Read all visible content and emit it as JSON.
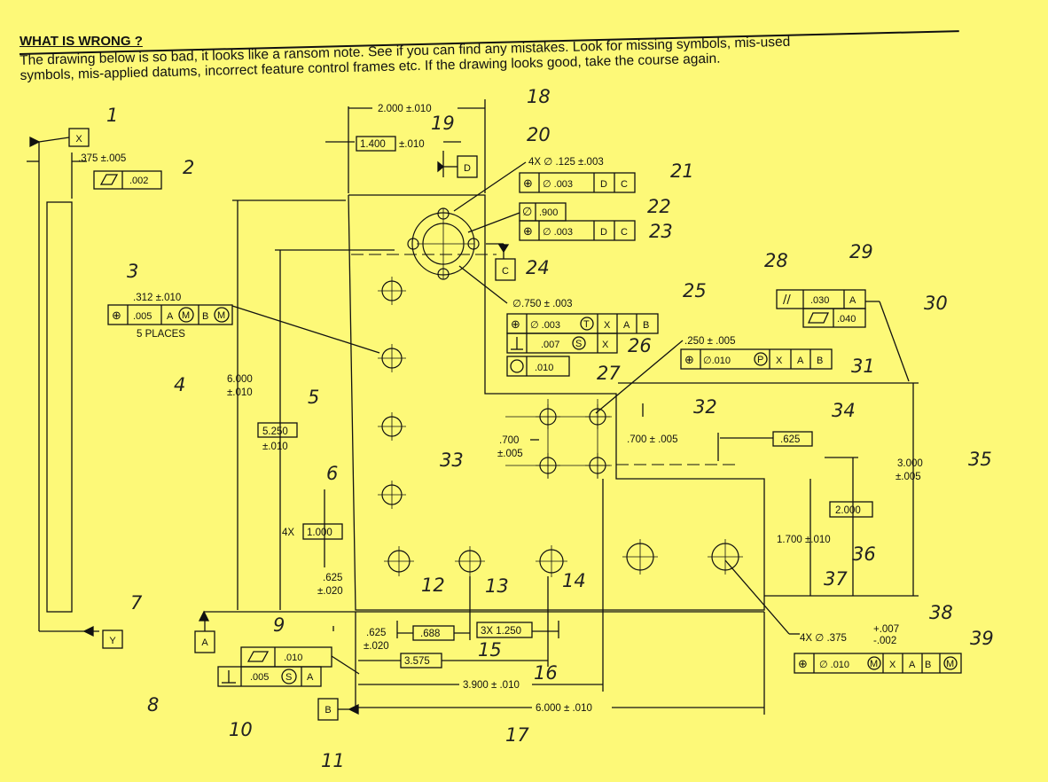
{
  "heading": "WHAT IS WRONG ?",
  "intro": [
    "The drawing below is so bad, it looks like a ransom note. See if you can find any mistakes.  Look for missing symbols, mis-used",
    "symbols, mis-applied datums, incorrect feature control frames etc.  If the drawing looks good, take the course again."
  ],
  "datums": [
    "X",
    "Y",
    "A",
    "B",
    "C",
    "D"
  ],
  "dims": {
    "d375": ".375 ±.005",
    "d2000": "2.000 ±.010",
    "d1400": "1.400",
    "d1400tol": "±.010",
    "d4x125": "4X ∅ .125 ±.003",
    "d750": "∅.750 ± .003",
    "d312": ".312 ±.010",
    "places": "5 PLACES",
    "d6000v": "6.000",
    "d6000vtol": "±.010",
    "d5250": "5.250",
    "d5250tol": "±.010",
    "d4x": "4X",
    "d1000": "1.000",
    "d625": ".625",
    "d625tol": "±.020",
    "d700": ".700",
    "d700tol": "±.005",
    "d700b": ".700 ± .005",
    "d625b": ".625",
    "d250": ".250 ± .005",
    "d3000": "3.000",
    "d3000tol": "±.005",
    "d2000b": "2.000",
    "d1700": "1.700 ±.010",
    "d625c": ".625",
    "d625ctol": "±.020",
    "d688": ".688",
    "d3x1250": "3X 1.250",
    "d3575": "3.575",
    "d3900": "3.900 ± .010",
    "d6000h": "6.000 ± .010",
    "d4x375": "4X ∅ .375",
    "d4x375p": "+.007",
    "d4x375m": "-.002"
  },
  "fcf": {
    "flat002": ".002",
    "pos3": [
      ".005",
      "A",
      "M",
      "B",
      "M"
    ],
    "fcf21": [
      "∅ .003",
      "D",
      "C"
    ],
    "box900": ".900",
    "fcf23": [
      "∅ .003",
      "D",
      "C"
    ],
    "fcf25a": [
      "∅ .003",
      "T",
      "X",
      "A",
      "B"
    ],
    "fcf25b": [
      ".007",
      "S",
      "X"
    ],
    "fcf27": ".010",
    "fcf29a": [
      ".030",
      "A"
    ],
    "fcf29b": ".040",
    "fcf31": [
      "∅.010",
      "P",
      "X",
      "A",
      "B"
    ],
    "fcf9": ".010",
    "fcf10": [
      ".005",
      "S",
      "A"
    ],
    "fcf39": [
      "∅ .010",
      "M",
      "X",
      "A",
      "B",
      "M"
    ]
  },
  "annotations": [
    "1",
    "2",
    "3",
    "4",
    "5",
    "6",
    "7",
    "8",
    "9",
    "10",
    "11",
    "12",
    "13",
    "14",
    "15",
    "16",
    "17",
    "18",
    "19",
    "20",
    "21",
    "22",
    "23",
    "24",
    "25",
    "26",
    "27",
    "28",
    "29",
    "30",
    "31",
    "32",
    "33",
    "34",
    "35",
    "36",
    "37",
    "38",
    "39"
  ]
}
